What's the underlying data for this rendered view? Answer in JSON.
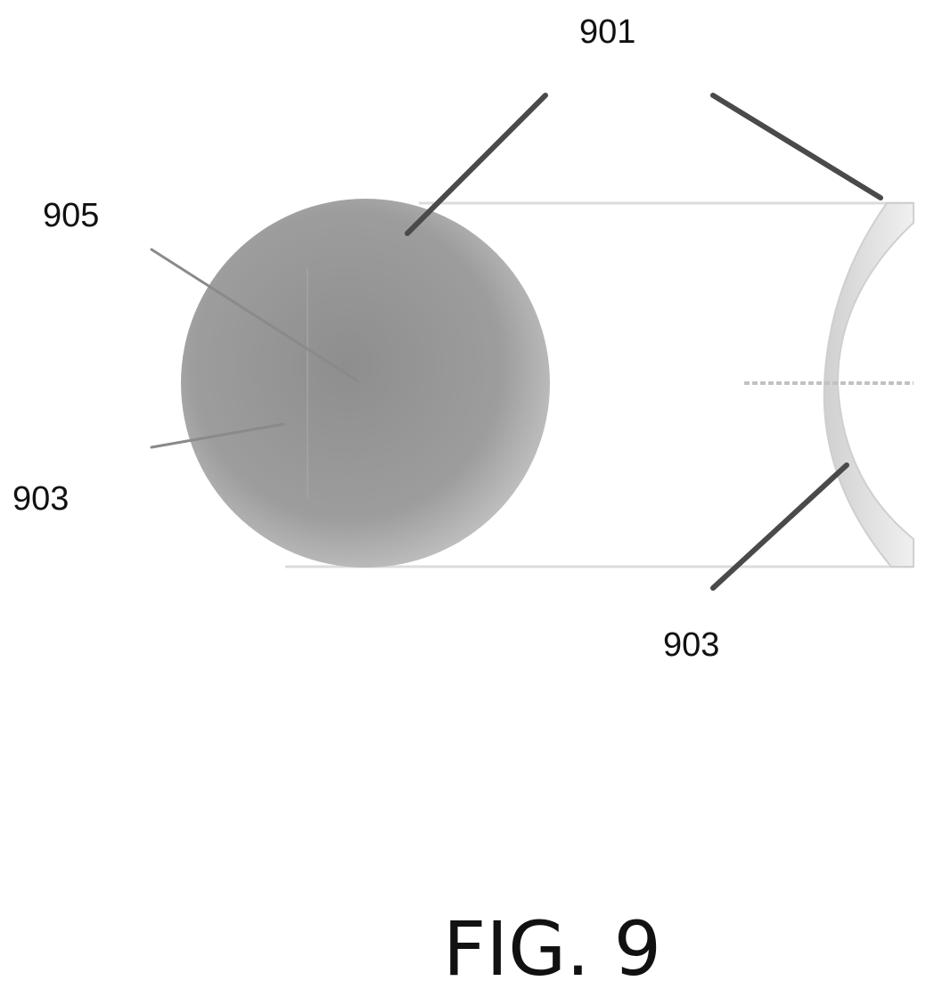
{
  "figure": {
    "caption": "FIG. 9",
    "labels": {
      "label_901": "901",
      "label_905": "905",
      "label_903_left": "903",
      "label_903_right": "903"
    }
  },
  "colors": {
    "sphere_fill": "#9a9a9a",
    "sphere_edge": "#cfcfcf",
    "leader_line": "#4a4a4a",
    "thin_line": "#8a8a8a",
    "cylinder_outline": "#d8d8d8",
    "meniscus_fill": "#e6e6e6",
    "text": "#111111"
  }
}
